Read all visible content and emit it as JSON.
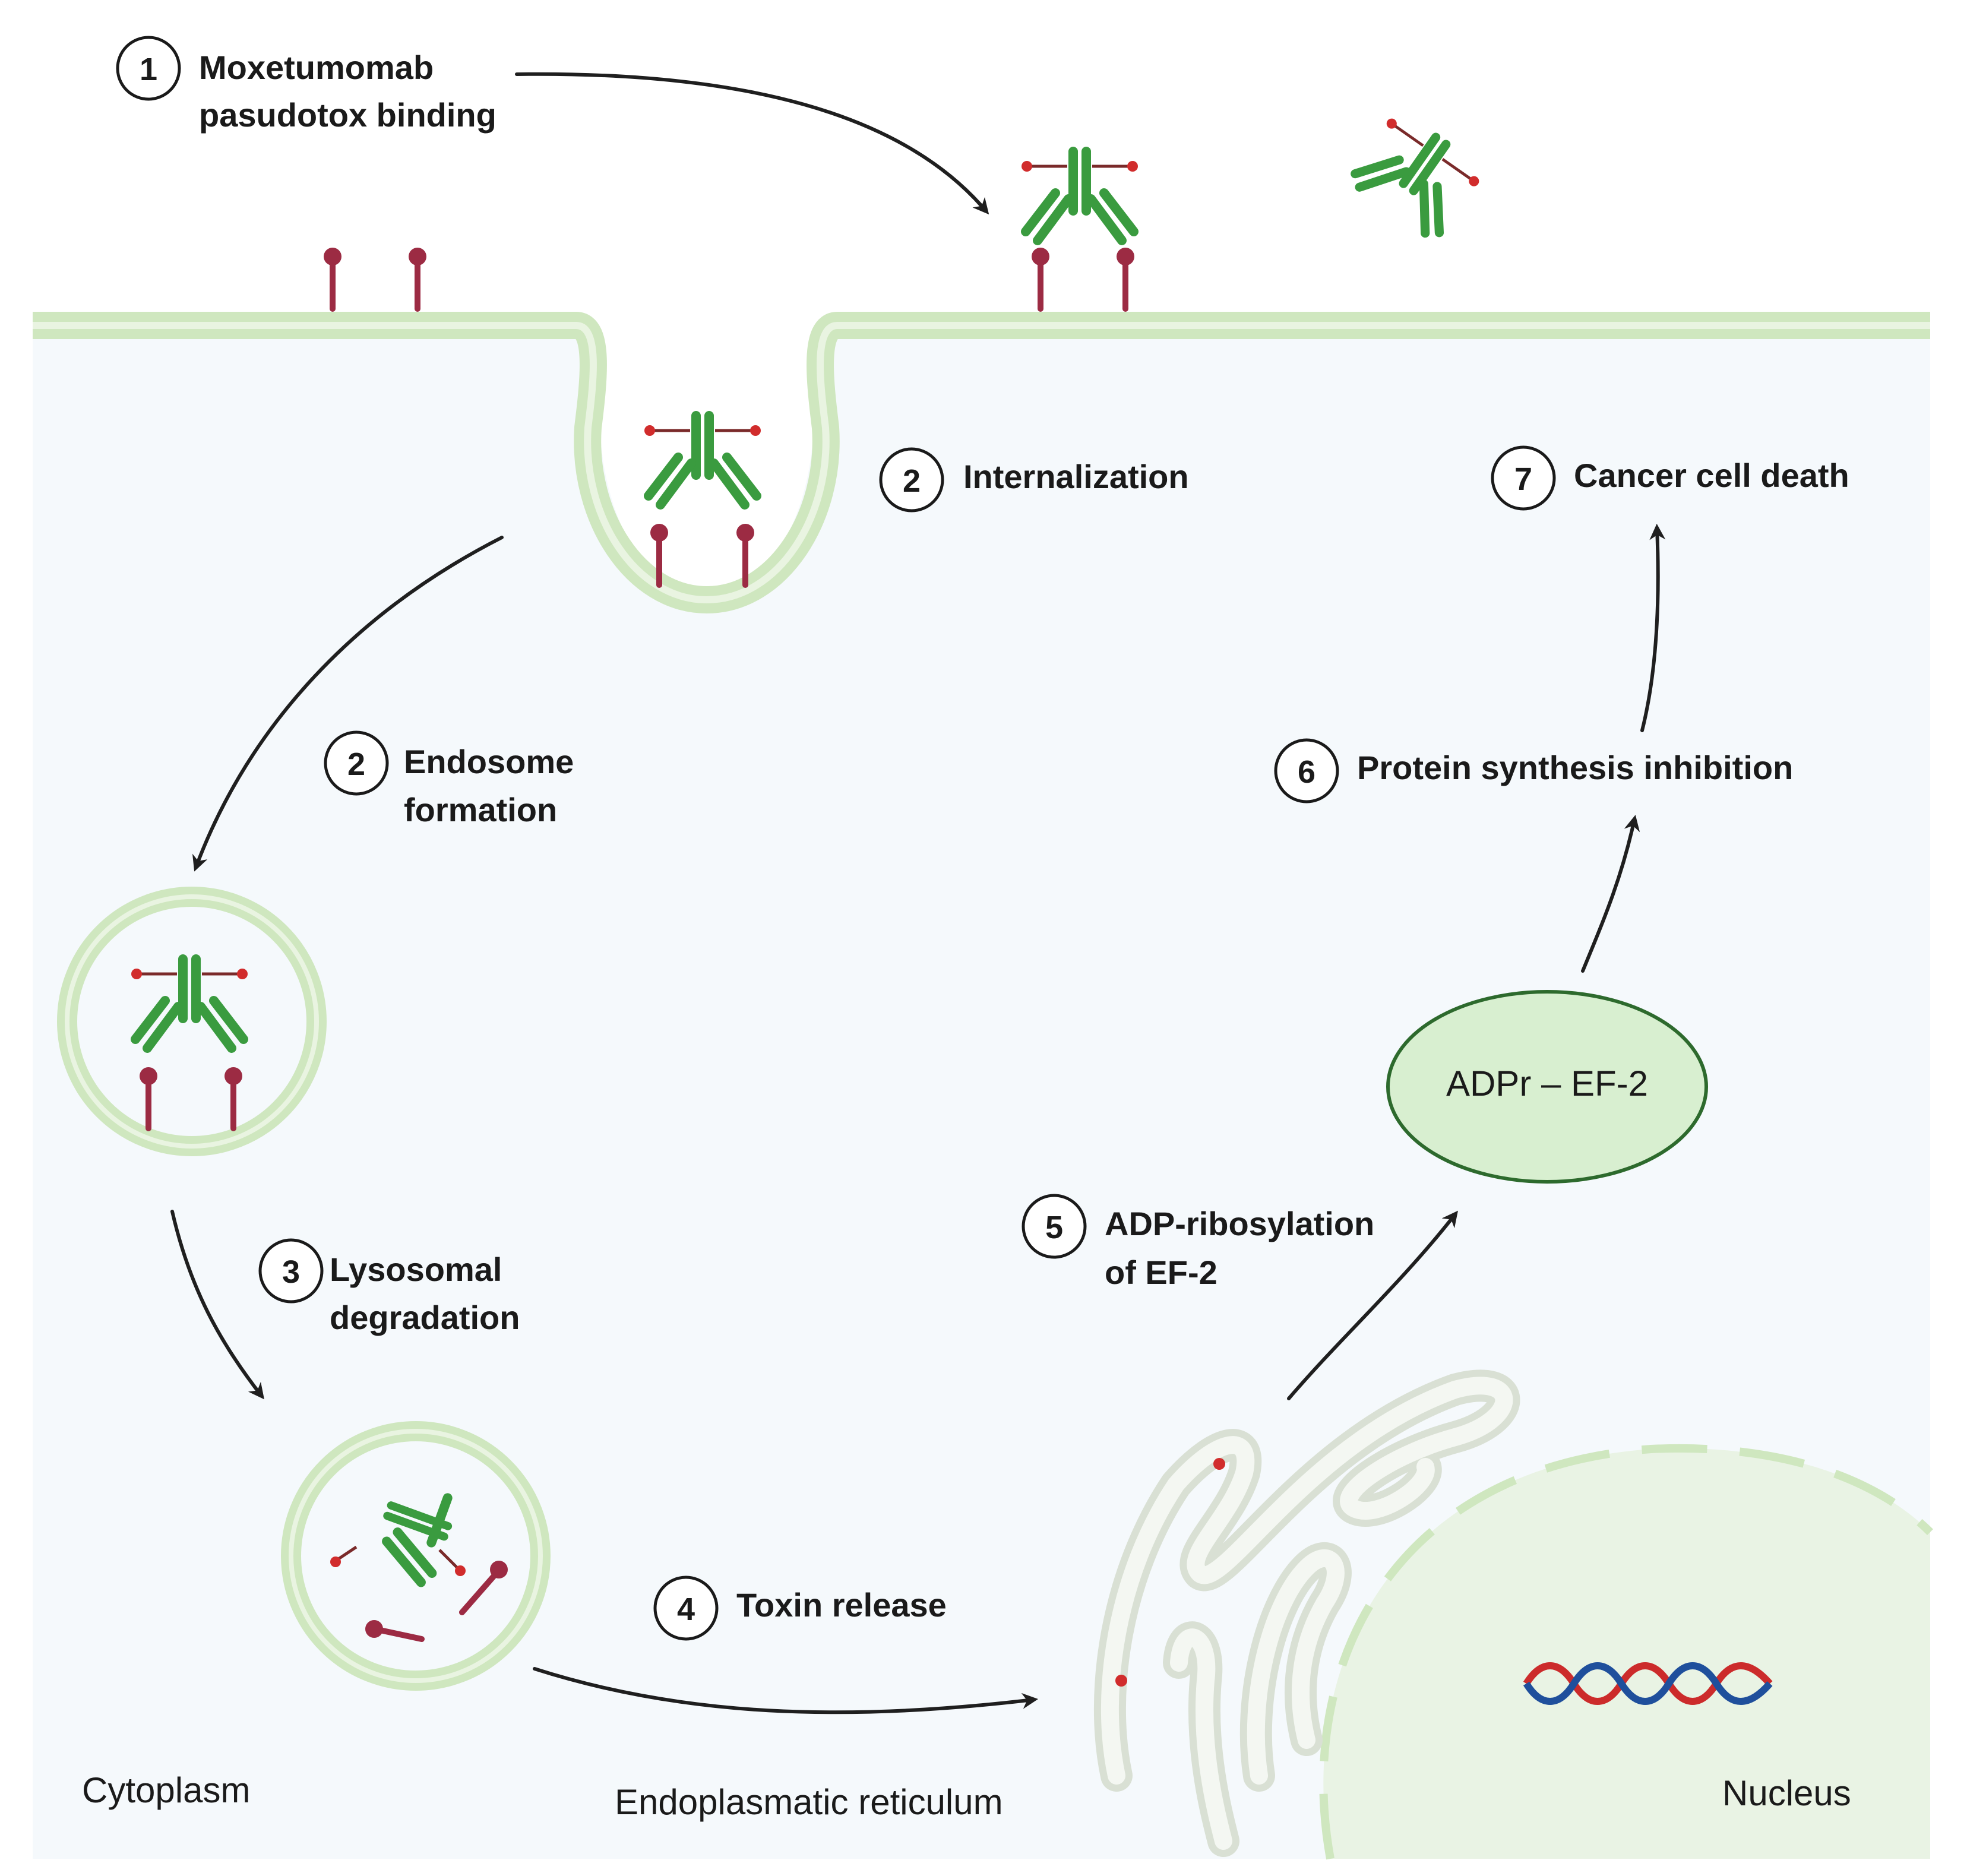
{
  "colors": {
    "cytoplasm": "#f5f9fc",
    "membrane": "#cfe7bf",
    "membrane_inner": "#e9f4e1",
    "antibody": "#3a9b3f",
    "receptor": "#9c2b43",
    "toxin": "#d12c2c",
    "er": "#d9e0d4",
    "nucleus": "#e9f3e4",
    "dna_red": "#cc2b2b",
    "dna_blue": "#1f4f9c"
  },
  "steps": [
    {
      "num": "1",
      "line1": "Moxetumomab",
      "line2": "pasudotox  binding"
    },
    {
      "num": "2",
      "line1": "Internalization",
      "line2": ""
    },
    {
      "num": "2",
      "line1": "Endosome",
      "line2": "formation"
    },
    {
      "num": "3",
      "line1": "Lysosomal",
      "line2": "degradation"
    },
    {
      "num": "4",
      "line1": "Toxin release",
      "line2": ""
    },
    {
      "num": "5",
      "line1": "ADP-ribosylation",
      "line2": "of EF-2"
    },
    {
      "num": "6",
      "line1": "Protein synthesis inhibition",
      "line2": ""
    },
    {
      "num": "7",
      "line1": "Cancer cell death",
      "line2": ""
    }
  ],
  "compartments": {
    "cytoplasm": "Cytoplasm",
    "er": "Endoplasmatic reticulum",
    "nucleus": "Nucleus"
  },
  "complex_label": "ADPr – EF-2",
  "icons": [
    "antibody-icon",
    "receptor-icon",
    "toxin-icon",
    "dna-icon",
    "arrow-icon"
  ]
}
